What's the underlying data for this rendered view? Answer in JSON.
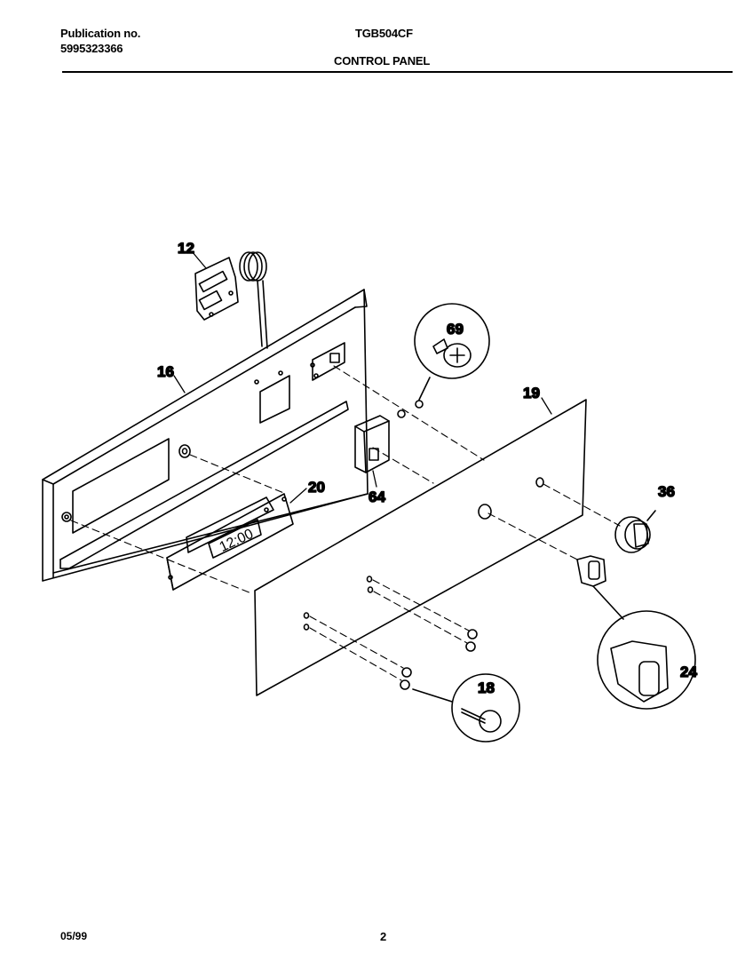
{
  "header": {
    "publication_label": "Publication no.",
    "publication_number": "5995323366",
    "model": "TGB504CF",
    "section_title": "CONTROL PANEL"
  },
  "callouts": {
    "p12": "12",
    "p16": "16",
    "p69": "69",
    "p19": "19",
    "p20": "20",
    "p64": "64",
    "p36": "36",
    "p24": "24",
    "p18": "18"
  },
  "clock_display": "12:00",
  "footer": {
    "date": "05/99",
    "page": "2"
  }
}
